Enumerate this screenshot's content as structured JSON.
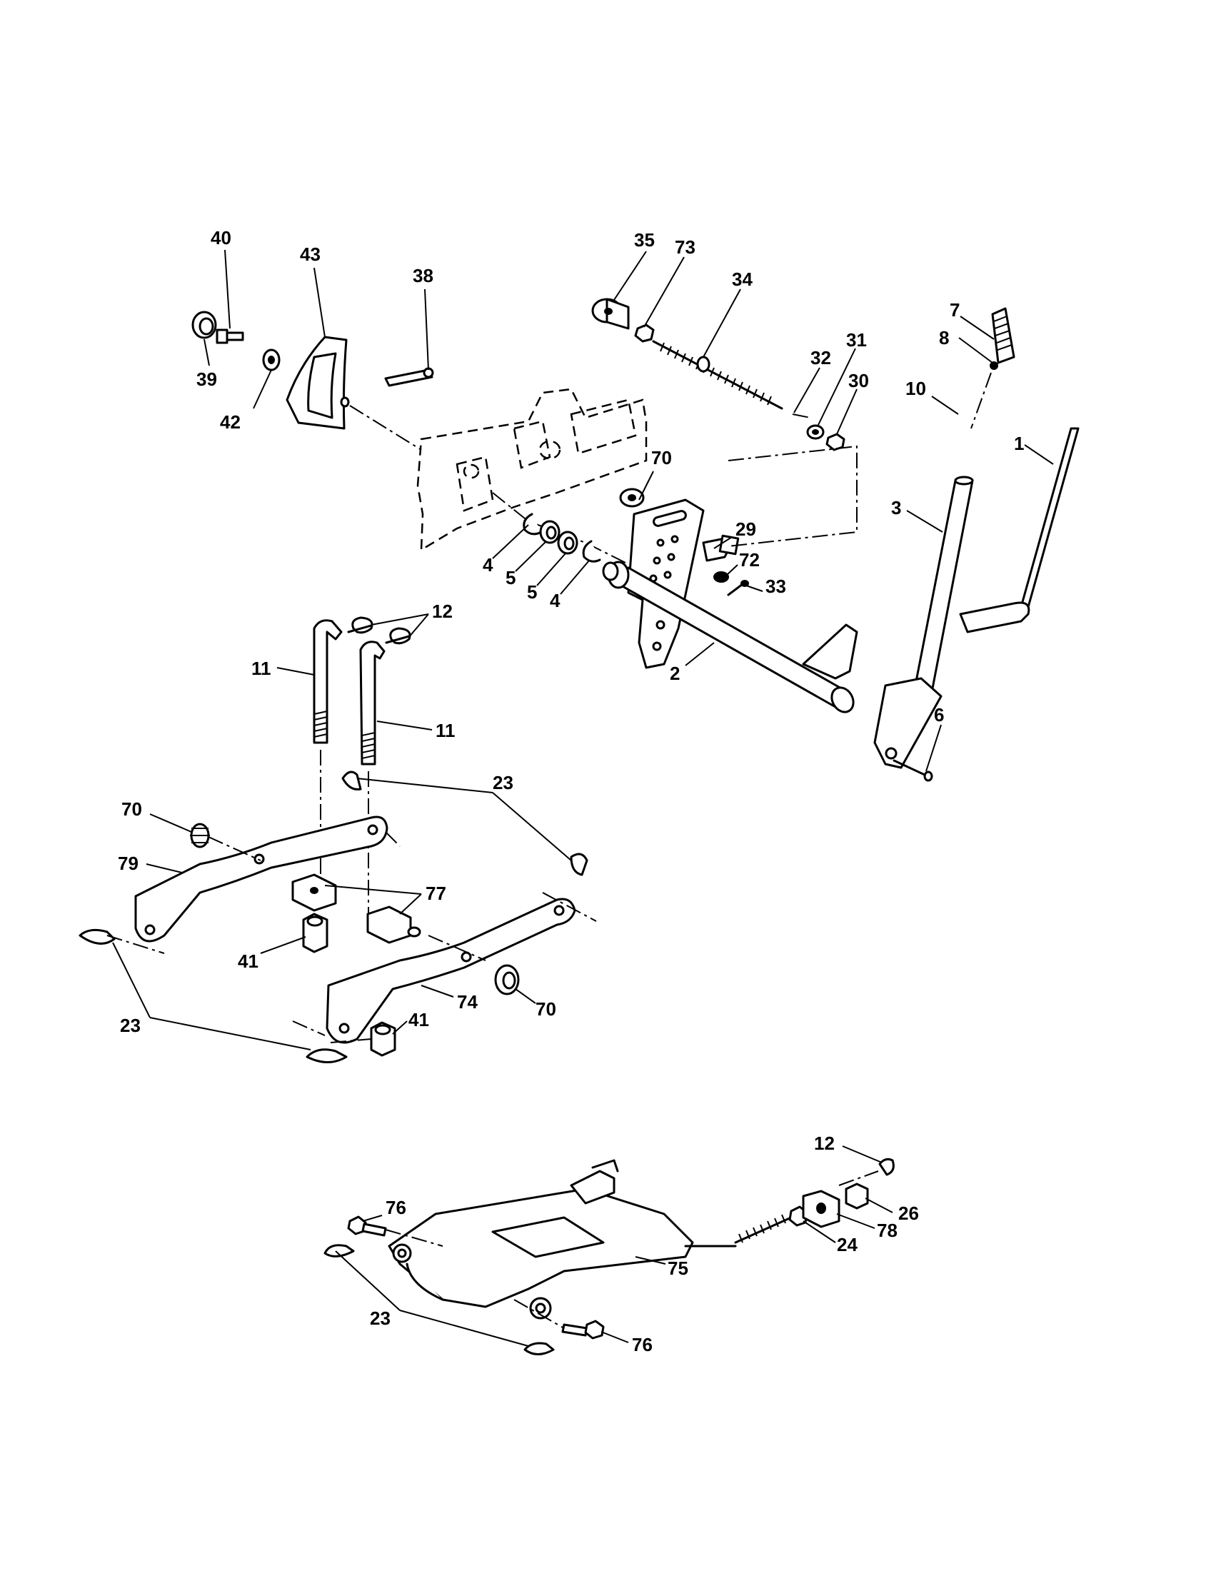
{
  "callouts": {
    "c1": "1",
    "c2": "2",
    "c3": "3",
    "c4a": "4",
    "c4b": "4",
    "c5a": "5",
    "c5b": "5",
    "c6": "6",
    "c7": "7",
    "c8": "8",
    "c10": "10",
    "c11a": "11",
    "c11b": "11",
    "c12a": "12",
    "c12b": "12",
    "c23a": "23",
    "c23b": "23",
    "c23c": "23",
    "c24": "24",
    "c26": "26",
    "c29": "29",
    "c30": "30",
    "c31": "31",
    "c32": "32",
    "c33": "33",
    "c34": "34",
    "c35": "35",
    "c38": "38",
    "c39": "39",
    "c40": "40",
    "c41a": "41",
    "c41b": "41",
    "c42": "42",
    "c43": "43",
    "c70a": "70",
    "c70b": "70",
    "c70c": "70",
    "c72": "72",
    "c73": "73",
    "c74": "74",
    "c75": "75",
    "c76a": "76",
    "c76b": "76",
    "c77": "77",
    "c78": "78",
    "c79": "79"
  }
}
